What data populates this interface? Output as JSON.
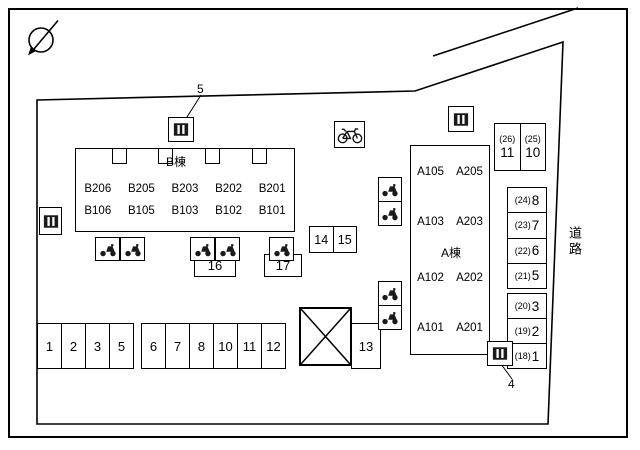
{
  "colors": {
    "line": "#000000",
    "background": "#ffffff"
  },
  "road": {
    "label": "道路"
  },
  "callouts": {
    "five": "5",
    "four": "4"
  },
  "buildings": {
    "b": {
      "label": "B棟",
      "row1": [
        "B206",
        "B205",
        "B203",
        "B202",
        "B201"
      ],
      "row2": [
        "B106",
        "B105",
        "B103",
        "B102",
        "B101"
      ]
    },
    "a": {
      "label": "A棟",
      "rows": [
        [
          "A105",
          "A205"
        ],
        [
          "A103",
          "A203"
        ],
        [
          "A102",
          "A202"
        ],
        [
          "A101",
          "A201"
        ]
      ]
    }
  },
  "parking": {
    "bottom1": [
      "1",
      "2",
      "3",
      "5"
    ],
    "bottom2": [
      "6",
      "7",
      "8",
      "10",
      "11",
      "12"
    ],
    "s13": "13",
    "mid": [
      "14",
      "15"
    ],
    "s16": "16",
    "s17": "17",
    "right_top": {
      "subs": [
        "(26)",
        "(25)"
      ],
      "nums": [
        "11",
        "10"
      ]
    },
    "right1": {
      "subs": [
        "(24)",
        "(23)",
        "(22)",
        "(21)"
      ],
      "nums": [
        "8",
        "7",
        "6",
        "5"
      ]
    },
    "right2": {
      "subs": [
        "(20)",
        "(19)",
        "(18)"
      ],
      "nums": [
        "3",
        "2",
        "1"
      ]
    }
  },
  "icons": {
    "compass": "compass-icon",
    "bicycle": "bicycle-icon",
    "moped": "moped-icon",
    "double_door": "double-door-icon",
    "crossed_box": "crossed-box"
  }
}
